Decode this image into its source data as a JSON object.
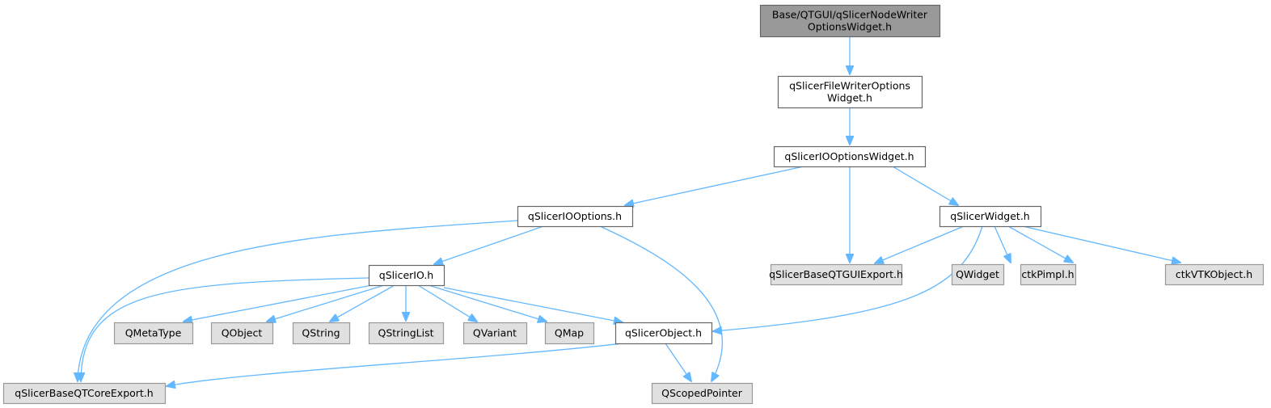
{
  "diagram": {
    "title": "Include dependency graph for qSlicerNodeWriterOptionsWidget.h",
    "colors": {
      "edge": "#63b8ff",
      "root_fill": "#999999",
      "internal_fill": "#ffffff",
      "external_fill": "#e0e0e0",
      "border": "#666666",
      "external_border": "#999999"
    },
    "nodes": [
      {
        "id": "root",
        "lines": [
          "Base/QTGUI/qSlicerNodeWriter",
          "OptionsWidget.h"
        ],
        "kind": "root"
      },
      {
        "id": "filewriter",
        "lines": [
          "qSlicerFileWriterOptions",
          "Widget.h"
        ],
        "kind": "internal"
      },
      {
        "id": "iooptionswidget",
        "lines": [
          "qSlicerIOOptionsWidget.h"
        ],
        "kind": "internal"
      },
      {
        "id": "iooptions",
        "lines": [
          "qSlicerIOOptions.h"
        ],
        "kind": "internal"
      },
      {
        "id": "slicerwidget",
        "lines": [
          "qSlicerWidget.h"
        ],
        "kind": "internal"
      },
      {
        "id": "slicerio",
        "lines": [
          "qSlicerIO.h"
        ],
        "kind": "internal"
      },
      {
        "id": "guiexport",
        "lines": [
          "qSlicerBaseQTGUIExport.h"
        ],
        "kind": "external"
      },
      {
        "id": "qwidget",
        "lines": [
          "QWidget"
        ],
        "kind": "external"
      },
      {
        "id": "ctkpimpl",
        "lines": [
          "ctkPimpl.h"
        ],
        "kind": "external"
      },
      {
        "id": "ctkvtkobject",
        "lines": [
          "ctkVTKObject.h"
        ],
        "kind": "external"
      },
      {
        "id": "qmetatype",
        "lines": [
          "QMetaType"
        ],
        "kind": "external"
      },
      {
        "id": "qobject",
        "lines": [
          "QObject"
        ],
        "kind": "external"
      },
      {
        "id": "qstring",
        "lines": [
          "QString"
        ],
        "kind": "external"
      },
      {
        "id": "qstringlist",
        "lines": [
          "QStringList"
        ],
        "kind": "external"
      },
      {
        "id": "qvariant",
        "lines": [
          "QVariant"
        ],
        "kind": "external"
      },
      {
        "id": "qmap",
        "lines": [
          "QMap"
        ],
        "kind": "external"
      },
      {
        "id": "slicerobject",
        "lines": [
          "qSlicerObject.h"
        ],
        "kind": "internal"
      },
      {
        "id": "coreexport",
        "lines": [
          "qSlicerBaseQTCoreExport.h"
        ],
        "kind": "external"
      },
      {
        "id": "qscopedpointer",
        "lines": [
          "QScopedPointer"
        ],
        "kind": "external"
      }
    ],
    "edges": [
      {
        "from": "root",
        "to": "filewriter"
      },
      {
        "from": "filewriter",
        "to": "iooptionswidget"
      },
      {
        "from": "iooptionswidget",
        "to": "iooptions"
      },
      {
        "from": "iooptionswidget",
        "to": "guiexport"
      },
      {
        "from": "iooptionswidget",
        "to": "slicerwidget"
      },
      {
        "from": "iooptions",
        "to": "coreexport"
      },
      {
        "from": "iooptions",
        "to": "slicerio"
      },
      {
        "from": "iooptions",
        "to": "qscopedpointer"
      },
      {
        "from": "slicerwidget",
        "to": "guiexport"
      },
      {
        "from": "slicerwidget",
        "to": "slicerobject"
      },
      {
        "from": "slicerwidget",
        "to": "qwidget"
      },
      {
        "from": "slicerwidget",
        "to": "ctkpimpl"
      },
      {
        "from": "slicerwidget",
        "to": "ctkvtkobject"
      },
      {
        "from": "slicerio",
        "to": "coreexport"
      },
      {
        "from": "slicerio",
        "to": "qmetatype"
      },
      {
        "from": "slicerio",
        "to": "qobject"
      },
      {
        "from": "slicerio",
        "to": "qstring"
      },
      {
        "from": "slicerio",
        "to": "qstringlist"
      },
      {
        "from": "slicerio",
        "to": "qvariant"
      },
      {
        "from": "slicerio",
        "to": "qmap"
      },
      {
        "from": "slicerio",
        "to": "slicerobject"
      },
      {
        "from": "slicerobject",
        "to": "coreexport"
      },
      {
        "from": "slicerobject",
        "to": "qscopedpointer"
      }
    ]
  }
}
